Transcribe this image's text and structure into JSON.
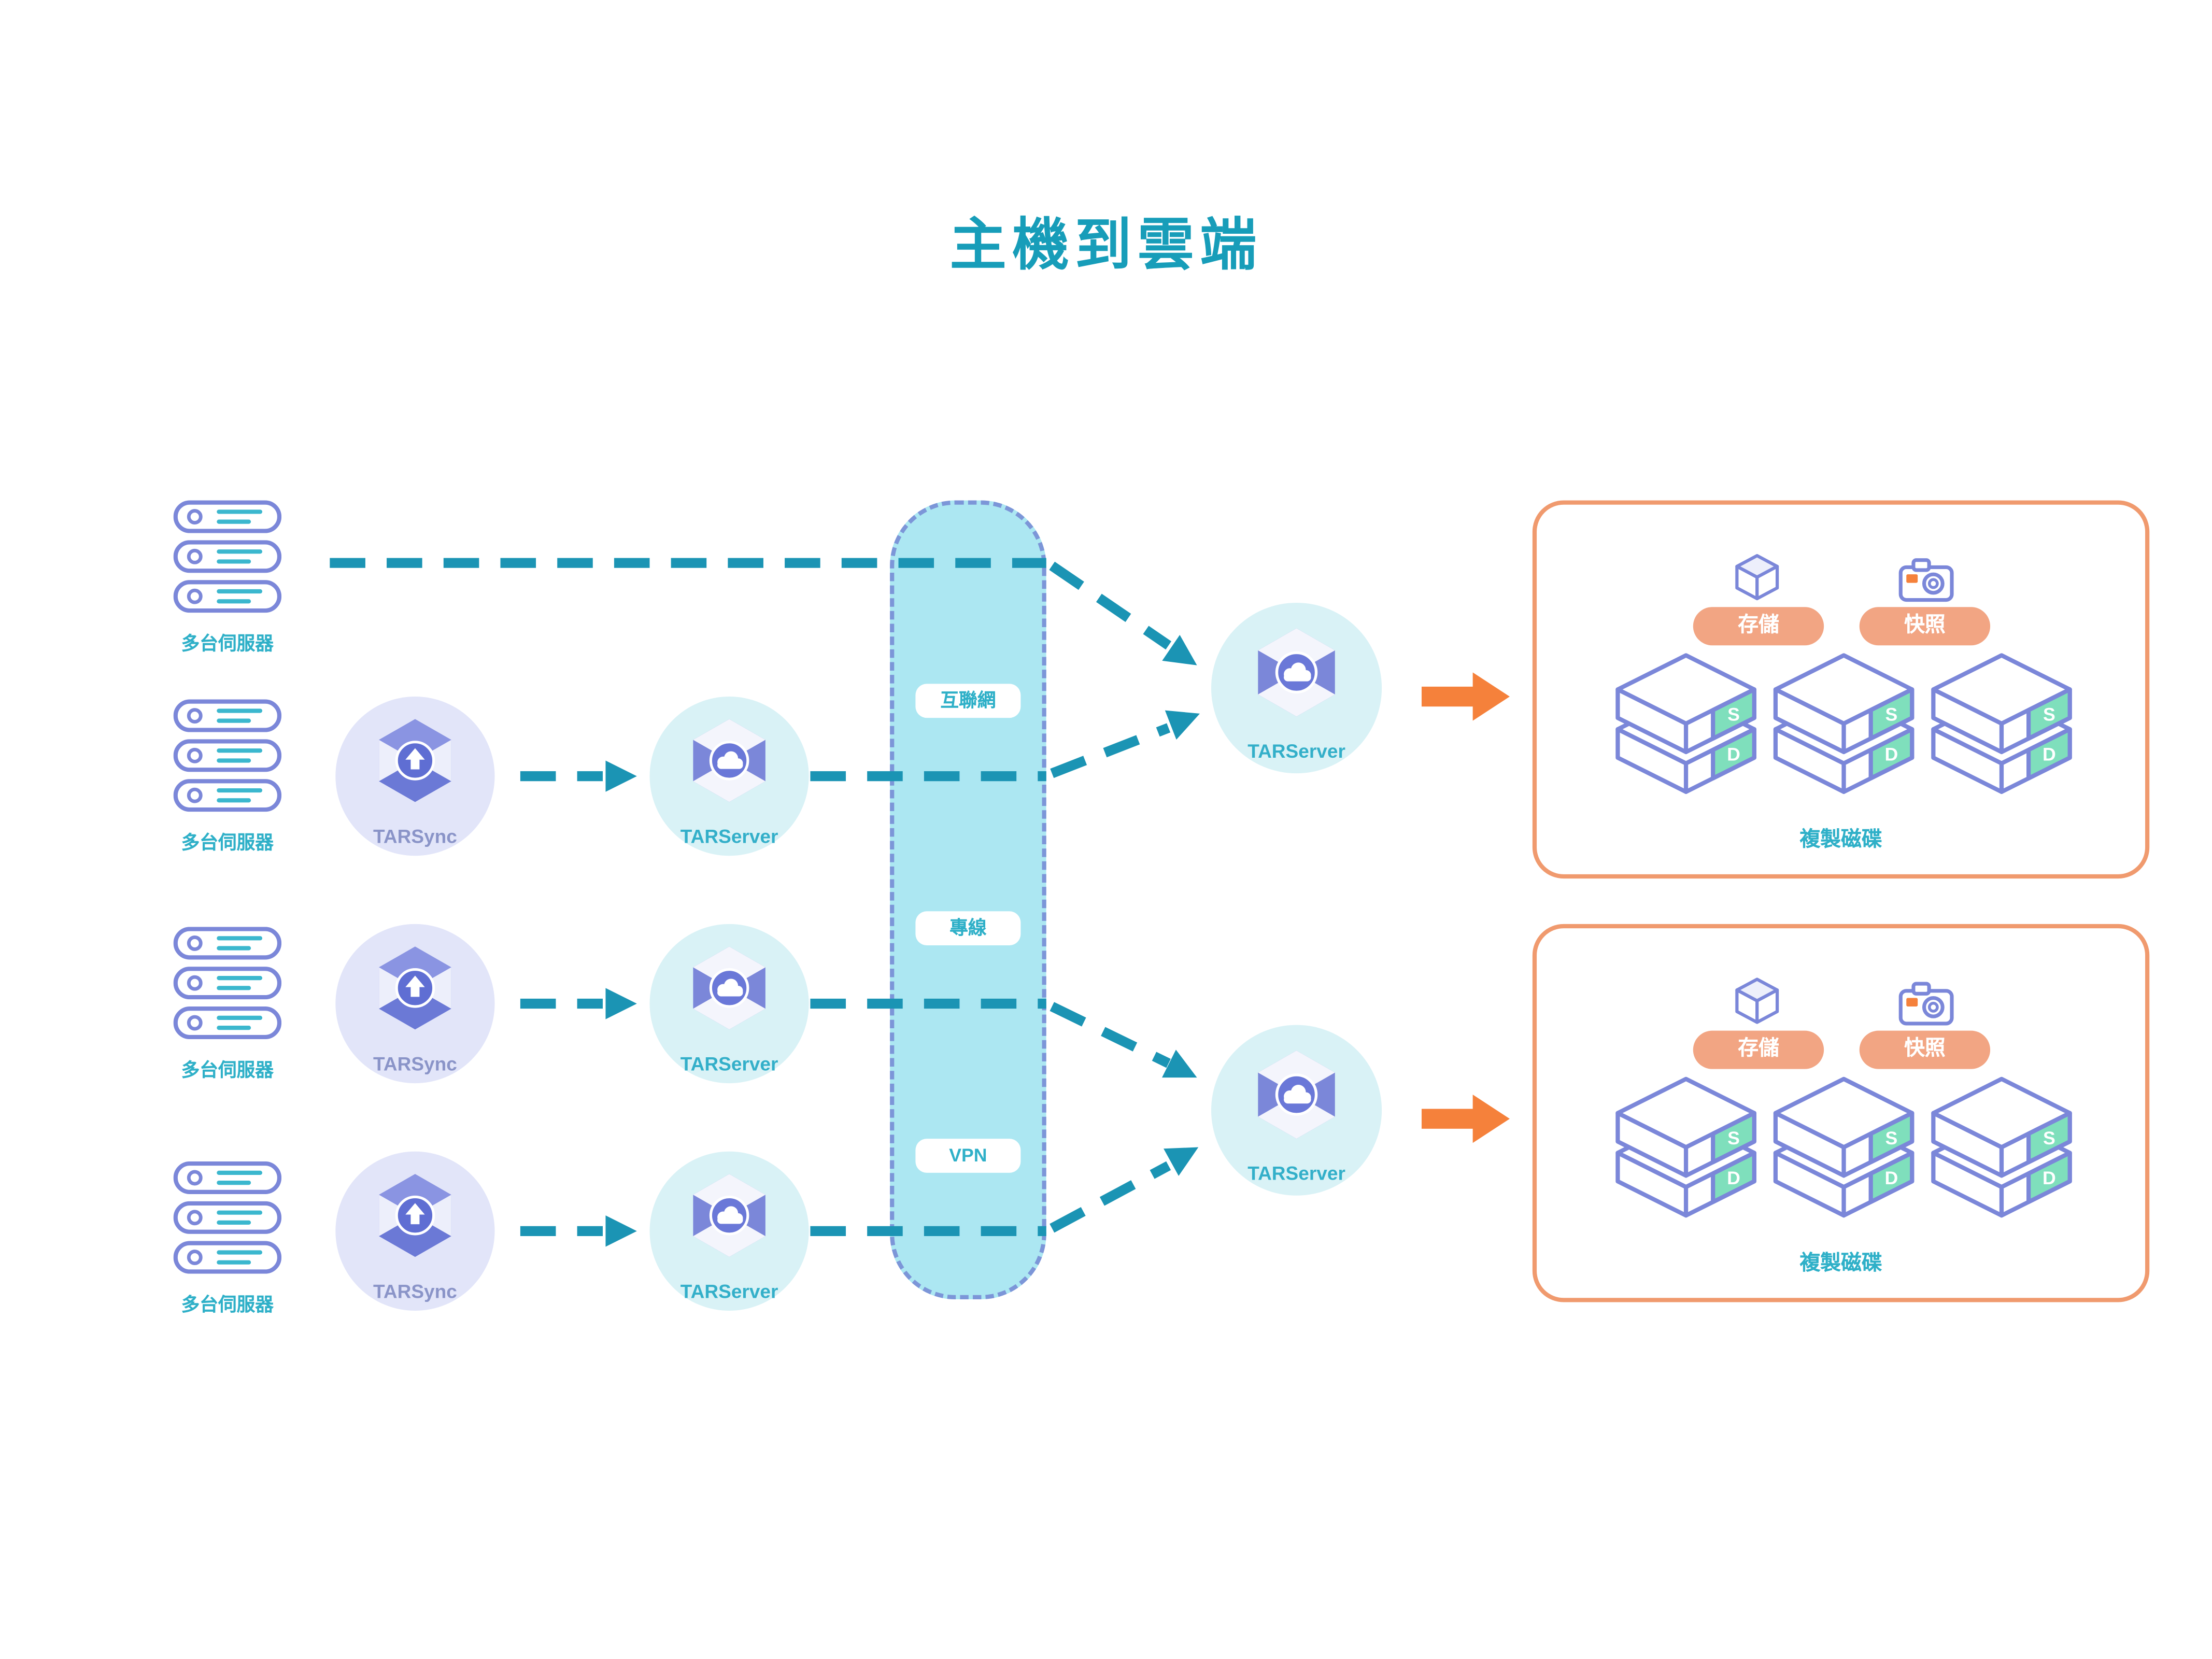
{
  "title": "主機到雲端",
  "server_groups": [
    {
      "label": "多台伺服器"
    },
    {
      "label": "多台伺服器"
    },
    {
      "label": "多台伺服器"
    },
    {
      "label": "多台伺服器"
    }
  ],
  "sync_nodes": [
    {
      "label": "TARSync"
    },
    {
      "label": "TARSync"
    },
    {
      "label": "TARSync"
    }
  ],
  "server_nodes": [
    {
      "label": "TARServer"
    },
    {
      "label": "TARServer"
    },
    {
      "label": "TARServer"
    }
  ],
  "cloud_nodes": [
    {
      "label": "TARServer"
    },
    {
      "label": "TARServer"
    }
  ],
  "network_band": {
    "labels": [
      "互聯網",
      "專線",
      "VPN"
    ]
  },
  "panels": [
    {
      "storage_label": "存儲",
      "snapshot_label": "快照",
      "caption": "複製磁碟",
      "disk_letters": {
        "top": "S",
        "bottom": "D"
      }
    },
    {
      "storage_label": "存儲",
      "snapshot_label": "快照",
      "caption": "複製磁碟",
      "disk_letters": {
        "top": "S",
        "bottom": "D"
      }
    }
  ],
  "colors": {
    "title_teal": "#179DB9",
    "node_purple": "#7B87D9",
    "line_teal": "#1B94B4",
    "band_fill": "#ACE7F2",
    "band_border": "#7C96D8",
    "flow_orange": "#F5813B",
    "panel_border": "#F09A6E",
    "badge_salmon": "#F2A583",
    "disk_mint": "#7FDFBC",
    "sync_circle_bg": "#E2E5F9",
    "server_circle_bg": "#D9F2F6"
  }
}
